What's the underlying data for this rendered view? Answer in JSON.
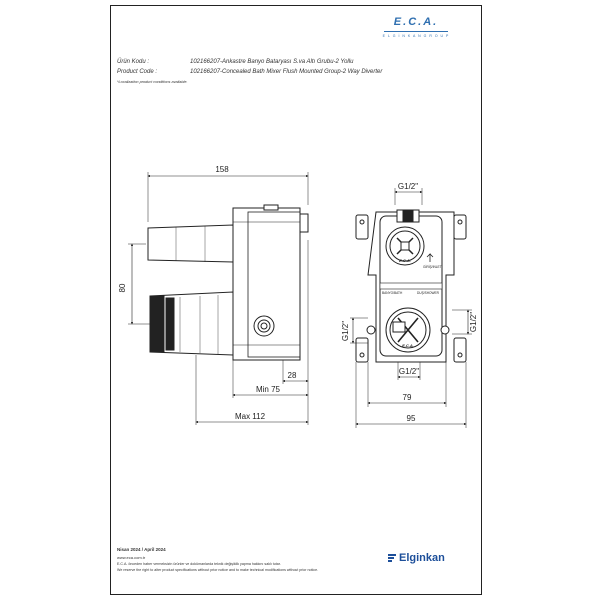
{
  "header": {
    "logo_text": "E.C.A.",
    "logo_sub": "E L G İ N K A N  G R O U P",
    "product_code_label_tr": "Ürün Kodu :",
    "product_code_value_tr": "102166207-Ankastre Banyo Bataryası S.va Altı Grubu-2 Yollu",
    "product_code_label_en": "Product Code :",
    "product_code_value_en": "102166207-Concealed Bath Mixer Flush Mounted Group-2 Way Diverter",
    "note": "*Localization product conditions available."
  },
  "drawing": {
    "dim_total_width": "158",
    "dim_height": "80",
    "dim_28": "28",
    "dim_min": "Min 75",
    "dim_max": "Max 112",
    "thread_top": "G1/2\"",
    "thread_bottom": "G1/2\"",
    "thread_left": "G1/2\"",
    "thread_right": "G1/2\"",
    "dim_79": "79",
    "dim_95": "95",
    "label_outlet_left": "BANYO/BATH",
    "label_outlet_right": "DUŞ/SHOWER",
    "label_inlet": "GİRİŞ/INLET",
    "unit_brand": "E.C.A."
  },
  "footer": {
    "date": "Nisan 2024 / April 2024",
    "website": "www.eca.com.tr",
    "disclaimer_tr": "E.C.A. önceden haber vermeksizin ürünler ve dokümanlarda teknik değişiklik yapma hakkını saklı tutar.",
    "disclaimer_en": "We reserve the right to alter product specifications without prior notice and to make technical modifications without prior notice.",
    "brand": "Elginkan"
  },
  "colors": {
    "logo_blue": "#2f6fb0",
    "brand_blue": "#1d4f9a",
    "line": "#222222"
  }
}
